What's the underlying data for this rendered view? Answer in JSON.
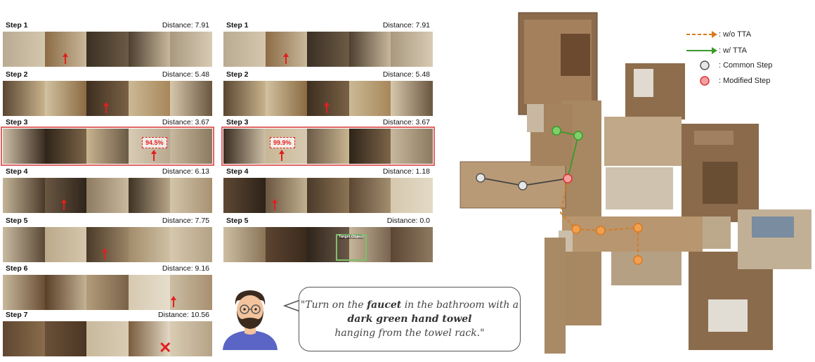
{
  "left_column": {
    "steps": [
      {
        "title": "Step 1",
        "distance": "Distance: 7.91"
      },
      {
        "title": "Step 2",
        "distance": "Distance: 5.48"
      },
      {
        "title": "Step 3",
        "distance": "Distance: 3.67",
        "confidence": "94.5%"
      },
      {
        "title": "Step 4",
        "distance": "Distance: 6.13"
      },
      {
        "title": "Step 5",
        "distance": "Distance: 7.75"
      },
      {
        "title": "Step 6",
        "distance": "Distance: 9.16"
      },
      {
        "title": "Step 7",
        "distance": "Distance: 10.56"
      }
    ]
  },
  "right_column": {
    "steps": [
      {
        "title": "Step 1",
        "distance": "Distance: 7.91"
      },
      {
        "title": "Step 2",
        "distance": "Distance: 5.48"
      },
      {
        "title": "Step 3",
        "distance": "Distance: 3.67",
        "confidence": "99.9%"
      },
      {
        "title": "Step 4",
        "distance": "Distance: 1.18"
      },
      {
        "title": "Step 5",
        "distance": "Distance: 0.0",
        "target_label": "Target Object"
      }
    ]
  },
  "instruction": {
    "part1": "\"Turn on the ",
    "bold1": "faucet",
    "part2": " in the bathroom with a ",
    "bold2": "dark green hand towel",
    "part3": " hanging from the towel rack.\""
  },
  "legend": {
    "wo_tta": ": w/o TTA",
    "w_tta": ": w/ TTA",
    "common_step": ": Common Step",
    "modified_step": ": Modified Step",
    "colors": {
      "wo_tta": "#d97a1e",
      "w_tta": "#3a9a2a",
      "common_fill": "#e6e6e6",
      "modified_fill": "#f3a0a0",
      "modified_stroke": "#e03030"
    }
  }
}
